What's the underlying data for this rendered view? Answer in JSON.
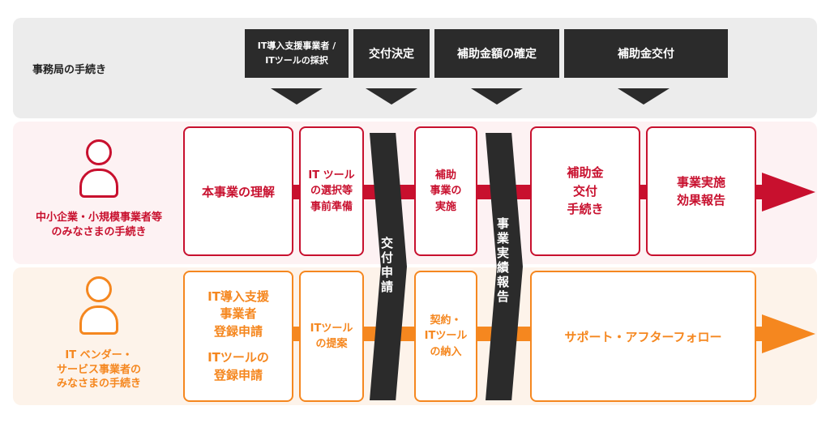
{
  "office": {
    "label": "事務局の手続き",
    "steps": [
      {
        "line1": "IT導入支援事業者 /",
        "line2": "ITツールの採択"
      },
      {
        "line1": "交付決定",
        "line2": ""
      },
      {
        "line1": "補助金額の確定",
        "line2": ""
      },
      {
        "line1": "補助金交付",
        "line2": ""
      }
    ]
  },
  "sme": {
    "label": "中小企業・小規模事業者等\nのみなさまの手続き",
    "cards": [
      "本事業の理解",
      "IT ツール\nの選択等\n事前準備",
      "補助\n事業の\n実施",
      "補助金\n交付\n手続き",
      "事業実施\n効果報告"
    ]
  },
  "vendor": {
    "label": "IT ベンダー・\nサービス事業者の\nみなさまの手続き",
    "card_registration": {
      "part1": "IT導入支援\n事業者\n登録申請",
      "part2": "ITツールの\n登録申請"
    },
    "cards": [
      "ITツール\nの提案",
      "契約・\nITツール\nの納入",
      "サポート・アフターフォロー"
    ]
  },
  "chevrons": {
    "apply": "交付申請",
    "report": "事業実績報告"
  },
  "colors": {
    "sme_accent": "#c8102e",
    "vendor_accent": "#f5871f",
    "office_dark": "#2b2b2b"
  }
}
